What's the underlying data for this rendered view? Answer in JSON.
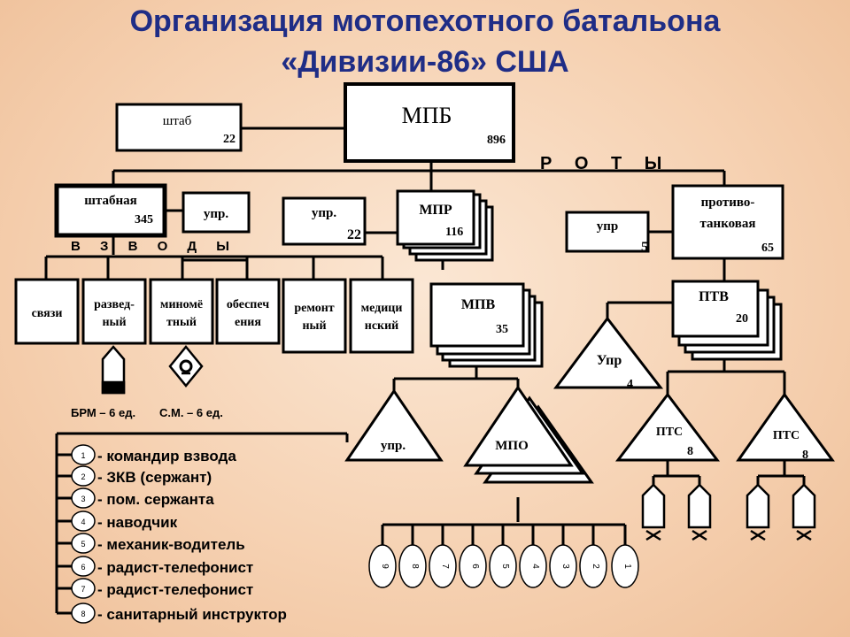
{
  "title": {
    "line1": "Организация мотопехотного батальона",
    "line2": "«Дивизии-86» США"
  },
  "hq": {
    "name": "МПБ",
    "count": "896"
  },
  "staff": {
    "name": "штаб",
    "count": "22"
  },
  "roty_label": "Р О Т Ы",
  "hq_company": {
    "name": "штабная",
    "count": "345"
  },
  "hq_company_upr": {
    "name": "упр."
  },
  "vzvody_label": "В З В О Д Ы",
  "platoons": [
    {
      "line1": "связи",
      "line2": ""
    },
    {
      "line1": "развед-",
      "line2": "ный"
    },
    {
      "line1": "миномё",
      "line2": "тный"
    },
    {
      "line1": "обеспеч",
      "line2": "ения"
    },
    {
      "line1": "ремонт",
      "line2": "ный"
    },
    {
      "line1": "медици",
      "line2": "нский"
    }
  ],
  "mpr_upr": {
    "name": "упр.",
    "count": "22"
  },
  "mpr": {
    "name": "МПР",
    "count": "116"
  },
  "mpv": {
    "name": "МПВ",
    "count": "35"
  },
  "mpv_upr": {
    "name": "упр."
  },
  "mpo": {
    "name": "МПО"
  },
  "at_company": {
    "line1": "противо-",
    "line2": "танковая",
    "count": "65"
  },
  "at_upr": {
    "name": "упр",
    "count": "5"
  },
  "ptv": {
    "name": "ПТВ",
    "count": "20"
  },
  "ptv_upr": {
    "name": "Упр",
    "count": "4"
  },
  "pts_left": {
    "name": "ПТС",
    "count": "8"
  },
  "pts_right": {
    "name": "ПТС",
    "count": "8"
  },
  "equipment_note": {
    "brm": "БРМ – 6 ед.",
    "sm": "С.М. – 6 ед."
  },
  "crew": [
    {
      "num": "1",
      "role": "- командир взвода"
    },
    {
      "num": "2",
      "role": "- ЗКВ (сержант)"
    },
    {
      "num": "3",
      "role": "- пом. сержанта"
    },
    {
      "num": "4",
      "role": "- наводчик"
    },
    {
      "num": "5",
      "role": "- механик-водитель"
    },
    {
      "num": "6",
      "role": "- радист-телефонист"
    },
    {
      "num": "7",
      "role": "- радист-телефонист"
    },
    {
      "num": "8",
      "role": "- санитарный инструктор"
    }
  ],
  "squad_ovals": [
    "9",
    "8",
    "7",
    "6",
    "5",
    "4",
    "3",
    "2",
    "1"
  ]
}
